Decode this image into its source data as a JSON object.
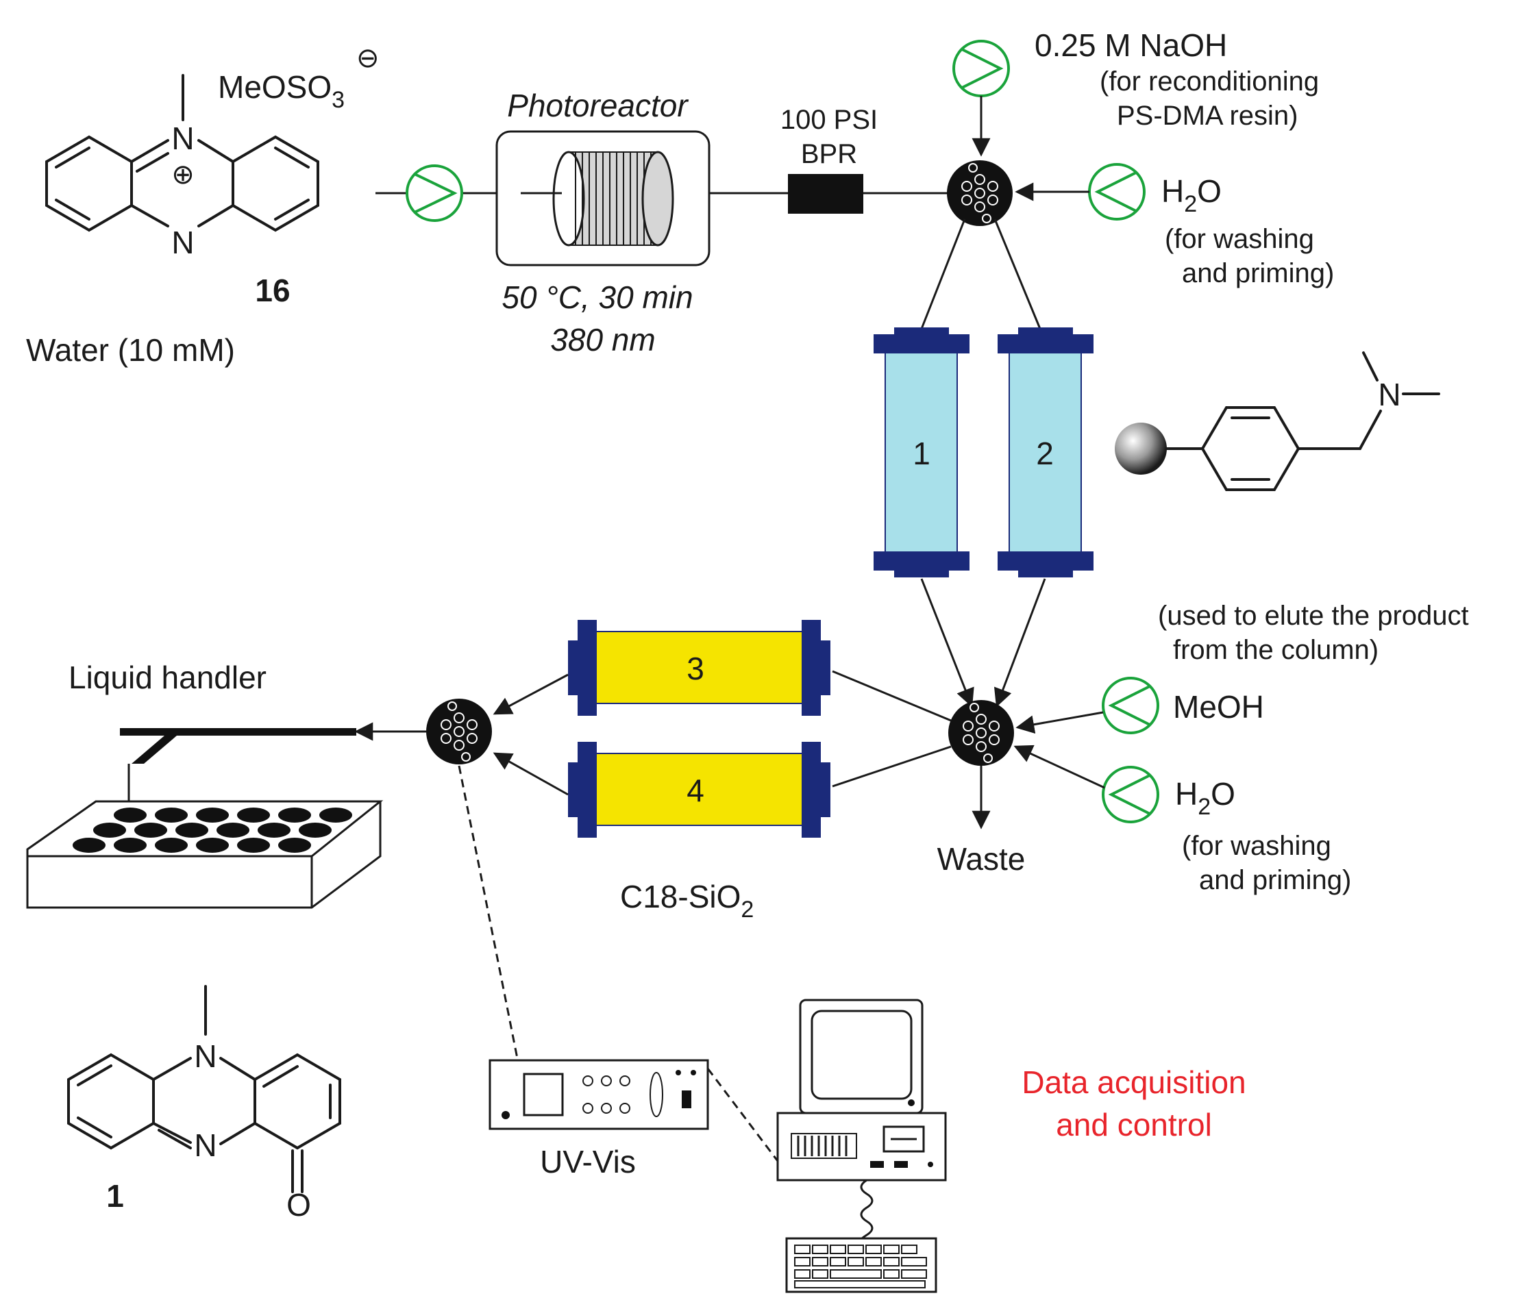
{
  "colors": {
    "pump": "#1aa33b",
    "column_ps_dma": "#a8e0ea",
    "column_c18": "#f5e400",
    "column_cap": "#1b2a7a",
    "accent_text": "#e8242b"
  },
  "icons": [
    "pump-icon",
    "photoreactor-coil-icon",
    "bpr-block",
    "selector-valve-icon",
    "liquid-handler-plate",
    "uv-vis-detector",
    "computer-icon",
    "keyboard-icon",
    "resin-bead-icon"
  ],
  "reagent": {
    "counterion": "MeOSO",
    "counterion_sub": "3",
    "charge_neg": "⊖",
    "charge_pos": "⊕",
    "atom_n": "N",
    "compound_number": "16",
    "solvent": "Water (10 mM)"
  },
  "photoreactor": {
    "title": "Photoreactor",
    "conditions_line1": "50 °C, 30 min",
    "conditions_line2": "380 nm"
  },
  "bpr": {
    "line1": "100 PSI",
    "line2": "BPR"
  },
  "naoh": {
    "label": "0.25 M NaOH",
    "note_line1": "(for reconditioning",
    "note_line2": "PS-DMA resin)"
  },
  "water_top": {
    "label_main": "H",
    "label_sub": "2",
    "label_end": "O",
    "note_line1": "(for washing",
    "note_line2": "and priming)"
  },
  "columns": {
    "c1": "1",
    "c2": "2",
    "c3": "3",
    "c4": "4",
    "c18_label": "C18-SiO",
    "c18_sub": "2"
  },
  "resin": {
    "atom_n": "N"
  },
  "methanol": {
    "note_line1": "(used to elute the product",
    "note_line2": "from the column)",
    "label": "MeOH"
  },
  "water_bottom": {
    "label_main": "H",
    "label_sub": "2",
    "label_end": "O",
    "note_line1": "(for washing",
    "note_line2": "and priming)"
  },
  "waste": "Waste",
  "liquid_handler": "Liquid handler",
  "uv_vis": "UV-Vis",
  "data_acq": {
    "line1": "Data acquisition",
    "line2": "and control"
  },
  "product": {
    "atom_n": "N",
    "atom_o": "O",
    "compound_number": "1"
  }
}
